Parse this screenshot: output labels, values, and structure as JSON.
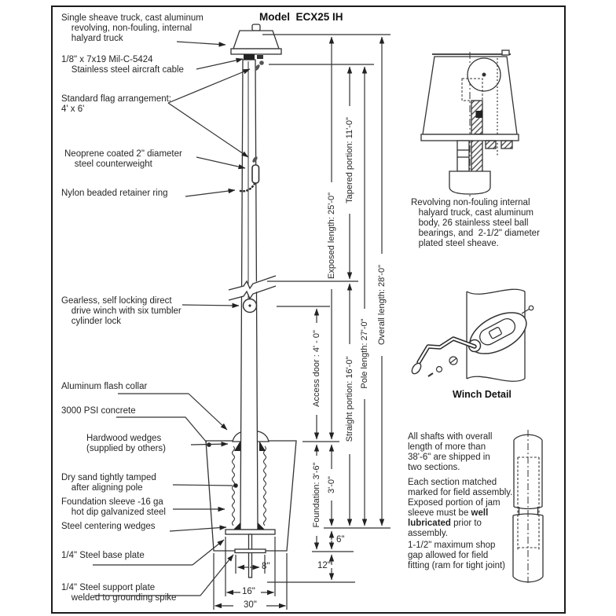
{
  "title": "Model  ECX25 IH",
  "colors": {
    "ink": "#262626",
    "line": "#333333",
    "frame": "#1c1c1c",
    "background": "#ffffff"
  },
  "callouts": {
    "truck": "Single sheave truck, cast aluminum\n    revolving, non-fouling, internal\n    halyard truck",
    "cable": "1/8\" x 7x19 Mil-C-5424\n    Stainless steel aircraft cable",
    "flag": "Standard flag arrangement:\n4' x 6'",
    "counterweight": "Neoprene coated 2\" diameter\n    steel counterweight",
    "retainer": "Nylon beaded retainer ring",
    "winch": "Gearless, self locking direct\n    drive winch with six tumbler\n    cylinder lock",
    "collar": "Aluminum flash collar",
    "concrete": "3000 PSI concrete",
    "wedges": "Hardwood wedges\n(supplied by others)",
    "sand": "Dry sand tightly tamped\n    after aligning pole",
    "sleeve": "Foundation sleeve -16 ga\n    hot dip galvanized steel",
    "centering": "Steel centering wedges",
    "base_plate": "1/4\" Steel base plate",
    "support_plate": "1/4\" Steel support plate\n    welded to grounding spike"
  },
  "dimensions": {
    "exposed": "Exposed length:  25'-0\"",
    "tapered": "Tapered portion:  11'-0\"",
    "overall": "Overall length:  28'-0\"",
    "pole": "Pole length:  27'-0\"",
    "access": "Access door : 4' - 0\"",
    "straight": "Straight portion:  16'-0\"",
    "foundation": "Foundation:  3'-6\"",
    "depth": "3'-0\"",
    "six": "6\"",
    "twelve": "12\"",
    "eight": "8\"",
    "sixteen": "16\"",
    "thirty": "30\""
  },
  "notes": {
    "truck_detail": "Revolving non-fouling internal\n   halyard truck, cast aluminum\n   body, 26 stainless steel ball\n   bearings, and  2-1/2\" diameter\n   plated steel sheave.",
    "winch_caption": "Winch Detail",
    "shipping": "All shafts with overall\nlength of more than\n38'-6\" are shipped in\ntwo sections.",
    "assembly": {
      "part1": "Each section matched\nmarked for field assembly.\nExposed portion of jam\nsleeve must be ",
      "bold1": "well",
      "br": "\n",
      "bold2": "lubricated",
      "part2": " prior to\nassembly."
    },
    "gap": "1-1/2\" maximum shop\ngap allowed for field\nfitting (ram for tight joint)"
  }
}
